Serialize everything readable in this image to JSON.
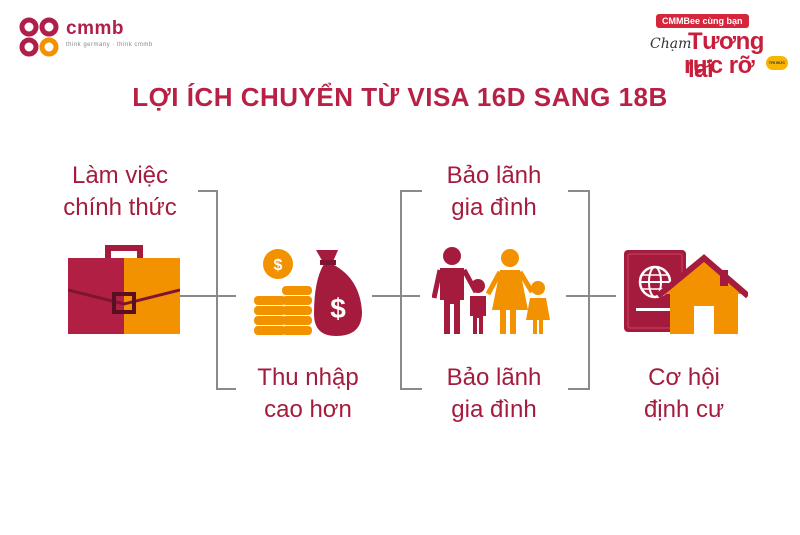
{
  "logo": {
    "name": "cmmb",
    "tagline": "think germany · think cmmb"
  },
  "slogan": {
    "tag": "CMMBee cùng bạn",
    "script_word": "Chạm",
    "line1": "Tương lai",
    "line2": "rực rỡ",
    "badge": "TRI ĐỨC"
  },
  "title": "LỢI ÍCH CHUYỂN TỪ VISA 16D SANG 18B",
  "benefits": {
    "work": {
      "line1": "Làm việc",
      "line2": "chính thức"
    },
    "income": {
      "line1": "Thu nhập",
      "line2": "cao hơn"
    },
    "family_top": {
      "line1": "Bảo lãnh",
      "line2": "gia đình"
    },
    "family_bottom": {
      "line1": "Bảo lãnh",
      "line2": "gia đình"
    },
    "settle": {
      "line1": "Cơ hội",
      "line2": "định cư"
    }
  },
  "icons": {
    "work": "briefcase-icon",
    "income": "money-bag-coins-icon",
    "family": "family-icon",
    "settle": "passport-house-icon"
  },
  "colors": {
    "dark_red": "#a51b3d",
    "orange": "#f39200",
    "line": "#8a8a8a"
  }
}
